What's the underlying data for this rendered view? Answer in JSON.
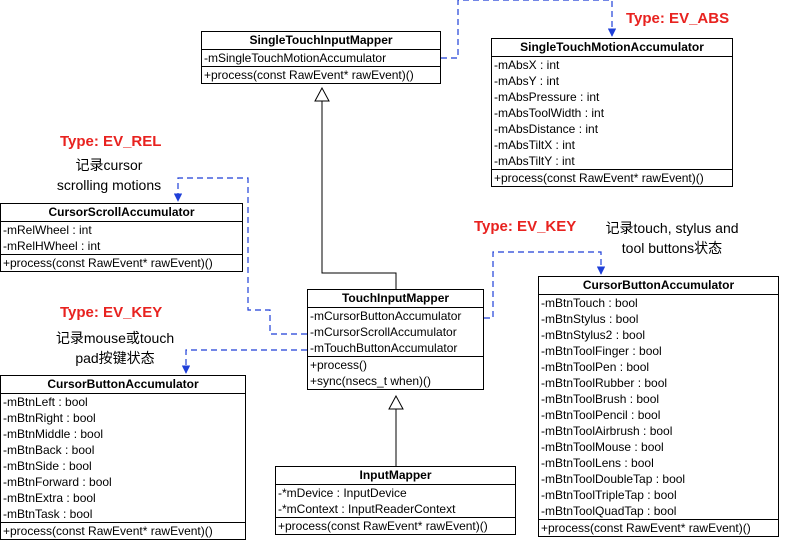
{
  "classes": {
    "single_touch_mapper": {
      "name": "SingleTouchInputMapper",
      "fields": [
        "-mSingleTouchMotionAccumulator"
      ],
      "methods": [
        "+process(const RawEvent* rawEvent)()"
      ]
    },
    "single_touch_accum": {
      "name": "SingleTouchMotionAccumulator",
      "fields": [
        "-mAbsX : int",
        "-mAbsY : int",
        "-mAbsPressure : int",
        "-mAbsToolWidth : int",
        "-mAbsDistance : int",
        "-mAbsTiltX : int",
        "-mAbsTiltY : int"
      ],
      "methods": [
        "+process(const RawEvent* rawEvent)()"
      ]
    },
    "cursor_scroll": {
      "name": "CursorScrollAccumulator",
      "fields": [
        "-mRelWheel : int",
        "-mRelHWheel : int"
      ],
      "methods": [
        "+process(const RawEvent* rawEvent)()"
      ]
    },
    "touch_mapper": {
      "name": "TouchInputMapper",
      "fields": [
        "-mCursorButtonAccumulator",
        "-mCursorScrollAccumulator",
        "-mTouchButtonAccumulator"
      ],
      "methods": [
        "+process()",
        "+sync(nsecs_t when)()"
      ]
    },
    "cursor_button_left": {
      "name": "CursorButtonAccumulator",
      "fields": [
        "-mBtnLeft : bool",
        "-mBtnRight : bool",
        "-mBtnMiddle : bool",
        "-mBtnBack : bool",
        "-mBtnSide : bool",
        "-mBtnForward : bool",
        "-mBtnExtra : bool",
        "-mBtnTask : bool"
      ],
      "methods": [
        "+process(const RawEvent* rawEvent)()"
      ]
    },
    "input_mapper": {
      "name": "InputMapper",
      "fields": [
        "-*mDevice : InputDevice",
        "-*mContext : InputReaderContext"
      ],
      "methods": [
        "+process(const RawEvent* rawEvent)()"
      ]
    },
    "cursor_button_right": {
      "name": "CursorButtonAccumulator",
      "fields": [
        "-mBtnTouch : bool",
        "-mBtnStylus : bool",
        "-mBtnStylus2 : bool",
        "-mBtnToolFinger : bool",
        "-mBtnToolPen : bool",
        "-mBtnToolRubber : bool",
        "-mBtnToolBrush : bool",
        "-mBtnToolPencil : bool",
        "-mBtnToolAirbrush : bool",
        "-mBtnToolMouse : bool",
        "-mBtnToolLens : bool",
        "-mBtnToolDoubleTap : bool",
        "-mBtnToolTripleTap : bool",
        "-mBtnToolQuadTap : bool"
      ],
      "methods": [
        "+process(const RawEvent* rawEvent)()"
      ]
    }
  },
  "labels": {
    "type_abs": "Type: EV_ABS",
    "type_rel": "Type: EV_REL",
    "type_key_right": "Type: EV_KEY",
    "type_key_left": "Type: EV_KEY",
    "note_rel_1": "记录cursor",
    "note_rel_2": "scrolling motions",
    "note_key_right_1": "记录touch, stylus and",
    "note_key_right_2": "tool buttons状态",
    "note_key_left_1": "记录mouse或touch",
    "note_key_left_2": "pad按键状态"
  },
  "colors": {
    "type_label": "#e8221f",
    "dashed_link": "#1f3fd8",
    "inheritance": "#000000"
  }
}
